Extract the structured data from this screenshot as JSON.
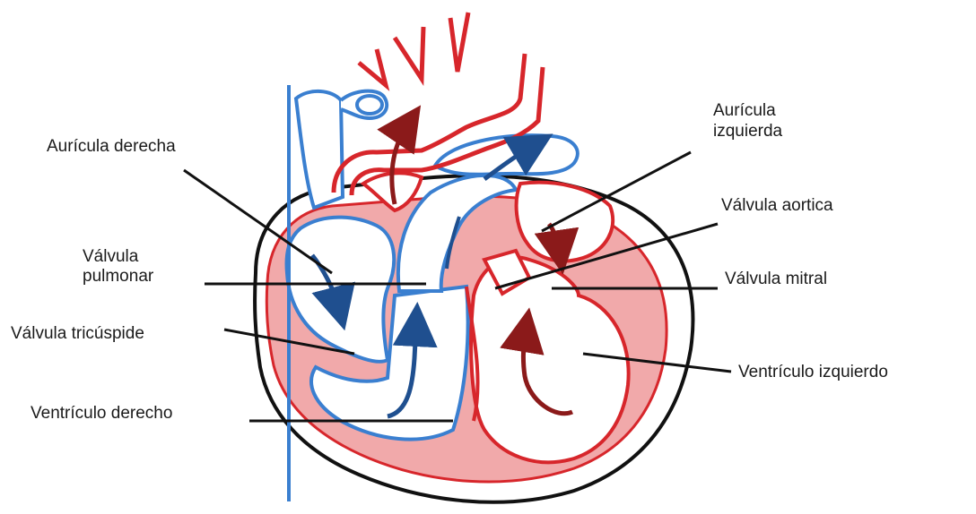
{
  "labels": {
    "auricula_derecha": "Aurícula derecha",
    "valvula_pulmonar_1": "Válvula",
    "valvula_pulmonar_2": "pulmonar",
    "valvula_tricuspide": "Válvula tricúspide",
    "ventriculo_derecho": "Ventrículo derecho",
    "auricula_izquierda_1": "Aurícula",
    "auricula_izquierda_2": "izquierda",
    "valvula_aortica": "Válvula aortica",
    "valvula_mitral": "Válvula mitral",
    "ventriculo_izquierdo": "Ventrículo izquierdo"
  },
  "colors": {
    "oxygenated_vessel": "#d7262b",
    "deoxygenated_vessel": "#3a7fd0",
    "myocardium_fill": "#f1a9aa",
    "pericardium_outline": "#111111",
    "oxygenated_arrow": "#8b1a1a",
    "deoxygenated_arrow": "#1f4f8f",
    "leader_line": "#111111"
  }
}
